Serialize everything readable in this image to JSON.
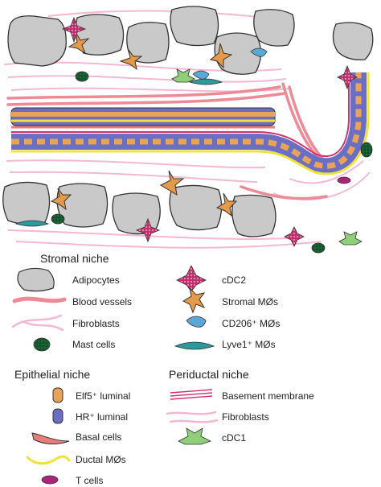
{
  "legend": {
    "stromal": {
      "title": "Stromal niche",
      "left": [
        {
          "name": "adipocyte",
          "label": "Adipocytes"
        },
        {
          "name": "blood-vessel",
          "label": "Blood vessels"
        },
        {
          "name": "fibroblast",
          "label": "Fibroblasts"
        },
        {
          "name": "mast-cell",
          "label": "Mast cells"
        }
      ],
      "right": [
        {
          "name": "cdc2",
          "label": "cDC2"
        },
        {
          "name": "stromal-macrophage",
          "label": "Stromal MØs"
        },
        {
          "name": "cd206-macrophage",
          "label": "CD206⁺ MØs"
        },
        {
          "name": "lyve1-macrophage",
          "label": "Lyve1⁺ MØs"
        }
      ]
    },
    "epithelial": {
      "title": "Epithelial niche",
      "items": [
        {
          "name": "elf5-luminal",
          "label": "Elf5⁺ luminal"
        },
        {
          "name": "hr-luminal",
          "label": "HR⁺ luminal"
        },
        {
          "name": "basal-cell",
          "label": "Basal cells"
        },
        {
          "name": "ductal-macrophage",
          "label": "Ductal MØs"
        },
        {
          "name": "t-cell",
          "label": "T cells"
        }
      ]
    },
    "periductal": {
      "title": "Periductal niche",
      "items": [
        {
          "name": "basement-membrane",
          "label": "Basement membrane"
        },
        {
          "name": "periductal-fibroblast",
          "label": "Fibroblasts"
        },
        {
          "name": "cdc1",
          "label": "cDC1"
        }
      ]
    }
  },
  "colors": {
    "adipocyte": "#c9c9c9",
    "blood_vessel": "#ee8a96",
    "fibroblast": "#f3b8d2",
    "mast_cell": "#1e6b3a",
    "cdc2": "#c2306e",
    "stromal_macrophage": "#e59a4a",
    "cd206_macrophage": "#5aa8d8",
    "lyve1_macrophage": "#2a9a9a",
    "elf5_luminal": "#e9a25a",
    "hr_luminal": "#6a6fc4",
    "basal": "#ea7c7c",
    "ductal_macrophage": "#f2e13a",
    "t_cell": "#a8257a",
    "basement_membrane": "#d0306e",
    "cdc1": "#8fcf7a"
  }
}
